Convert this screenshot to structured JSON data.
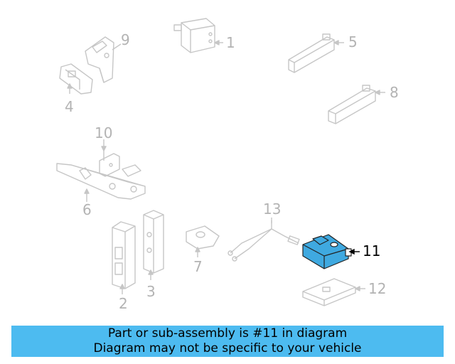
{
  "diagram": {
    "callouts": [
      "1",
      "2",
      "3",
      "4",
      "5",
      "6",
      "7",
      "8",
      "9",
      "10",
      "11",
      "12",
      "13"
    ],
    "highlighted": "11",
    "colors": {
      "part": "#c8c8c8",
      "highlight": "#3fa9e0",
      "text_inactive": "#b3b3b3",
      "text_active": "#000000"
    }
  },
  "banner": {
    "line1": "Part or sub-assembly is #11 in diagram",
    "line2": "Diagram may not be specific to your vehicle",
    "color": "#4dbbf0"
  }
}
